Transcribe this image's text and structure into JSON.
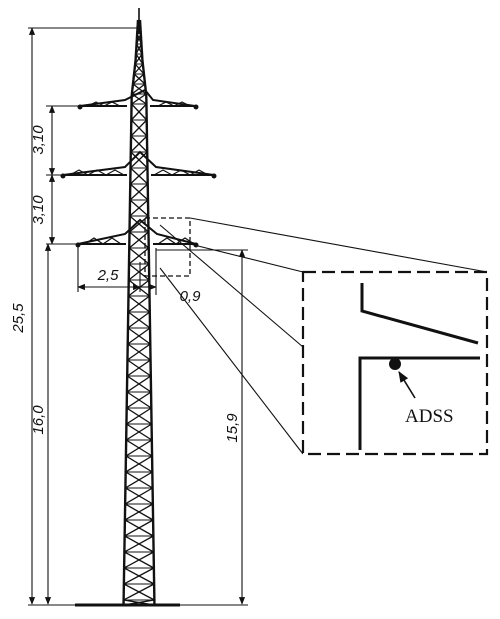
{
  "dimensions": {
    "total_height": "25,5",
    "arm_spacing_top": "3,10",
    "arm_spacing_mid": "3,10",
    "lower_arm_height": "16,0",
    "arm_half_width": "2,5",
    "adss_offset": "0,9",
    "adss_height": "15,9"
  },
  "callout": {
    "label": "ADSS"
  }
}
